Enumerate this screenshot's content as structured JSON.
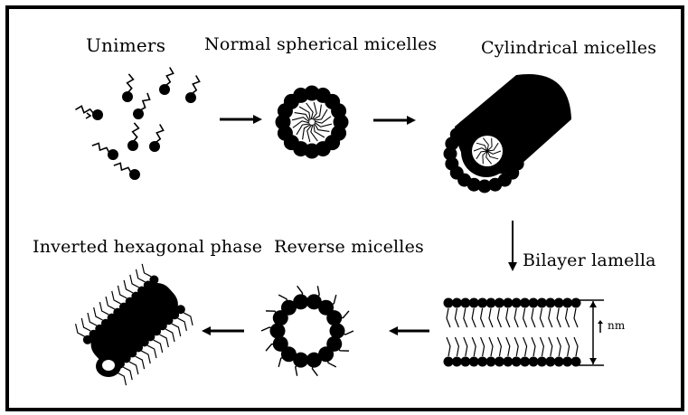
{
  "labels": {
    "unimers": "Unimers",
    "normal_spherical": "Normal spherical micelles",
    "cylindrical": "Cylindrical micelles",
    "bilayer": "Bilayer lamella",
    "reverse": "Reverse micelles",
    "inverted_hex": "Inverted hexagonal phase",
    "thickness": "nm"
  },
  "colors": {
    "ink": "#000000",
    "background": "#ffffff"
  },
  "icons": {
    "arrow_right": "arrow-right-icon",
    "arrow_left": "arrow-left-icon",
    "arrow_down": "arrow-down-icon"
  }
}
